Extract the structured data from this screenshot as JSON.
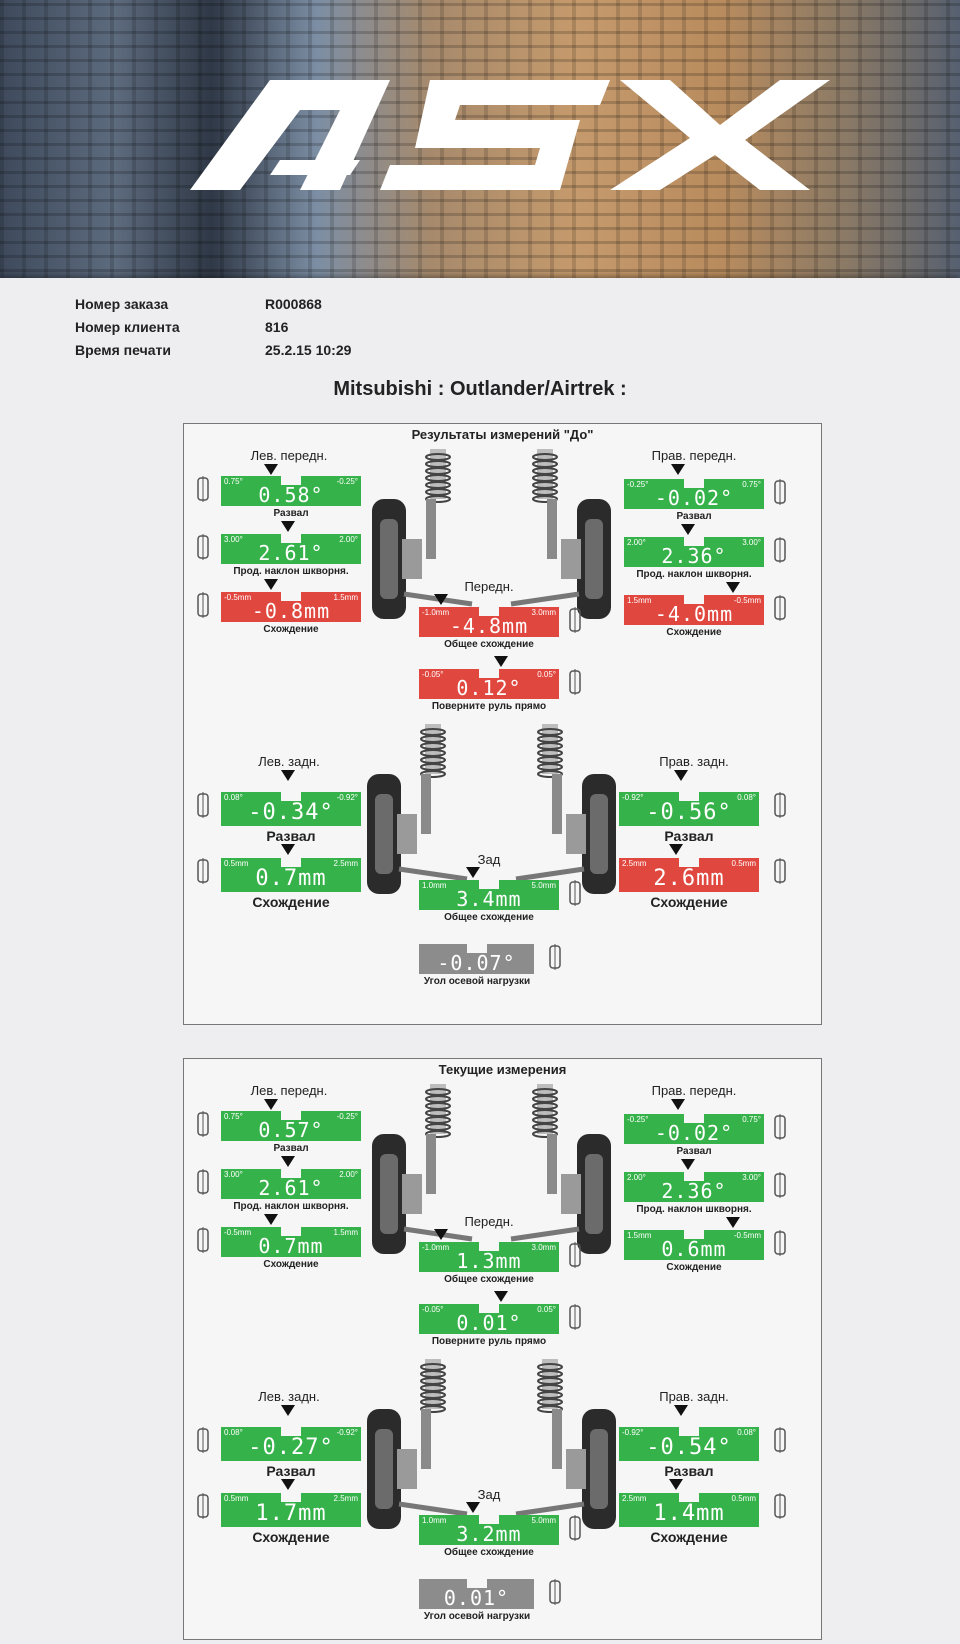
{
  "banner": {
    "brand": "ASX"
  },
  "order": [
    {
      "label": "Номер заказа",
      "value": "R000868"
    },
    {
      "label": "Номер клиента",
      "value": "816"
    },
    {
      "label": "Время печати",
      "value": "25.2.15 10:29"
    }
  ],
  "vehicle": "Mitsubishi : Outlander/Airtrek :",
  "colors": {
    "in_spec": "#36b24a",
    "out_of_spec": "#e0473f",
    "neutral": "#8c8c8c"
  },
  "before": {
    "title": "Результаты измерений \"До\"",
    "front_left_title": "Лев. передн.",
    "front_right_title": "Прав. передн.",
    "front_center_title": "Передн.",
    "rear_left_title": "Лев. задн.",
    "rear_right_title": "Прав. задн.",
    "rear_center_title": "Зад",
    "fl_camber": {
      "lo": "0.75°",
      "hi": "-0.25°",
      "value": "0.58°",
      "label": "Развал"
    },
    "fl_caster": {
      "lo": "3.00°",
      "hi": "2.00°",
      "value": "2.61°",
      "label": "Прод. наклон шкворня."
    },
    "fl_toe": {
      "lo": "-0.5mm",
      "hi": "1.5mm",
      "value": "-0.8mm",
      "label": "Схождение"
    },
    "fr_camber": {
      "lo": "-0.25°",
      "hi": "0.75°",
      "value": "-0.02°",
      "label": "Развал"
    },
    "fr_caster": {
      "lo": "2.00°",
      "hi": "3.00°",
      "value": "2.36°",
      "label": "Прод. наклон шкворня."
    },
    "fr_toe": {
      "lo": "1.5mm",
      "hi": "-0.5mm",
      "value": "-4.0mm",
      "label": "Схождение"
    },
    "front_total_toe": {
      "lo": "-1.0mm",
      "hi": "3.0mm",
      "value": "-4.8mm",
      "label": "Общее схождение"
    },
    "steering": {
      "lo": "-0.05°",
      "hi": "0.05°",
      "value": "0.12°",
      "label": "Поверните руль прямо"
    },
    "rl_camber": {
      "lo": "0.08°",
      "hi": "-0.92°",
      "value": "-0.34°",
      "label": "Развал"
    },
    "rl_toe": {
      "lo": "0.5mm",
      "hi": "2.5mm",
      "value": "0.7mm",
      "label": "Схождение"
    },
    "rr_camber": {
      "lo": "-0.92°",
      "hi": "0.08°",
      "value": "-0.56°",
      "label": "Развал"
    },
    "rr_toe": {
      "lo": "2.5mm",
      "hi": "0.5mm",
      "value": "2.6mm",
      "label": "Схождение"
    },
    "rear_total_toe": {
      "lo": "1.0mm",
      "hi": "5.0mm",
      "value": "3.4mm",
      "label": "Общее схождение"
    },
    "thrust": {
      "value": "-0.07°",
      "label": "Угол осевой нагрузки"
    }
  },
  "current": {
    "title": "Текущие измерения",
    "front_left_title": "Лев. передн.",
    "front_right_title": "Прав. передн.",
    "front_center_title": "Передн.",
    "rear_left_title": "Лев. задн.",
    "rear_right_title": "Прав. задн.",
    "rear_center_title": "Зад",
    "fl_camber": {
      "lo": "0.75°",
      "hi": "-0.25°",
      "value": "0.57°",
      "label": "Развал"
    },
    "fl_caster": {
      "lo": "3.00°",
      "hi": "2.00°",
      "value": "2.61°",
      "label": "Прод. наклон шкворня."
    },
    "fl_toe": {
      "lo": "-0.5mm",
      "hi": "1.5mm",
      "value": "0.7mm",
      "label": "Схождение"
    },
    "fr_camber": {
      "lo": "-0.25°",
      "hi": "0.75°",
      "value": "-0.02°",
      "label": "Развал"
    },
    "fr_caster": {
      "lo": "2.00°",
      "hi": "3.00°",
      "value": "2.36°",
      "label": "Прод. наклон шкворня."
    },
    "fr_toe": {
      "lo": "1.5mm",
      "hi": "-0.5mm",
      "value": "0.6mm",
      "label": "Схождение"
    },
    "front_total_toe": {
      "lo": "-1.0mm",
      "hi": "3.0mm",
      "value": "1.3mm",
      "label": "Общее схождение"
    },
    "steering": {
      "lo": "-0.05°",
      "hi": "0.05°",
      "value": "0.01°",
      "label": "Поверните руль прямо"
    },
    "rl_camber": {
      "lo": "0.08°",
      "hi": "-0.92°",
      "value": "-0.27°",
      "label": "Развал"
    },
    "rl_toe": {
      "lo": "0.5mm",
      "hi": "2.5mm",
      "value": "1.7mm",
      "label": "Схождение"
    },
    "rr_camber": {
      "lo": "-0.92°",
      "hi": "0.08°",
      "value": "-0.54°",
      "label": "Развал"
    },
    "rr_toe": {
      "lo": "2.5mm",
      "hi": "0.5mm",
      "value": "1.4mm",
      "label": "Схождение"
    },
    "rear_total_toe": {
      "lo": "1.0mm",
      "hi": "5.0mm",
      "value": "3.2mm",
      "label": "Общее схождение"
    },
    "thrust": {
      "value": "0.01°",
      "label": "Угол осевой нагрузки"
    }
  }
}
